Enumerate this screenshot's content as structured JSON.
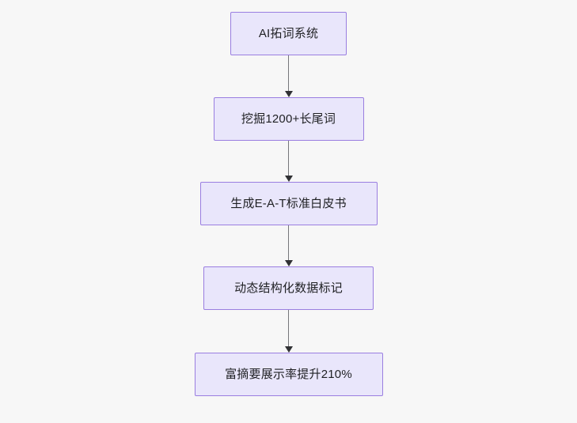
{
  "diagram": {
    "type": "flowchart",
    "orientation": "top-to-bottom",
    "background_color": "#f7f7f7",
    "node_fill_color": "#e9e6fb",
    "node_border_color": "#9a7ee0",
    "node_text_color": "#1f2023",
    "edge_line_color": "#76777b",
    "edge_arrow_color": "#303134",
    "nodes": [
      {
        "id": "n1",
        "label": "AI拓词系统"
      },
      {
        "id": "n2",
        "label": "挖掘1200+长尾词"
      },
      {
        "id": "n3",
        "label": "生成E-A-T标准白皮书"
      },
      {
        "id": "n4",
        "label": "动态结构化数据标记"
      },
      {
        "id": "n5",
        "label": "富摘要展示率提升210%"
      }
    ],
    "edges": [
      {
        "id": "e1",
        "from": "n1",
        "to": "n2",
        "label": "",
        "arrow": "arrow-down-icon"
      },
      {
        "id": "e2",
        "from": "n2",
        "to": "n3",
        "label": "",
        "arrow": "arrow-down-icon"
      },
      {
        "id": "e3",
        "from": "n3",
        "to": "n4",
        "label": "",
        "arrow": "arrow-down-icon"
      },
      {
        "id": "e4",
        "from": "n4",
        "to": "n5",
        "label": "",
        "arrow": "arrow-down-icon"
      }
    ]
  }
}
